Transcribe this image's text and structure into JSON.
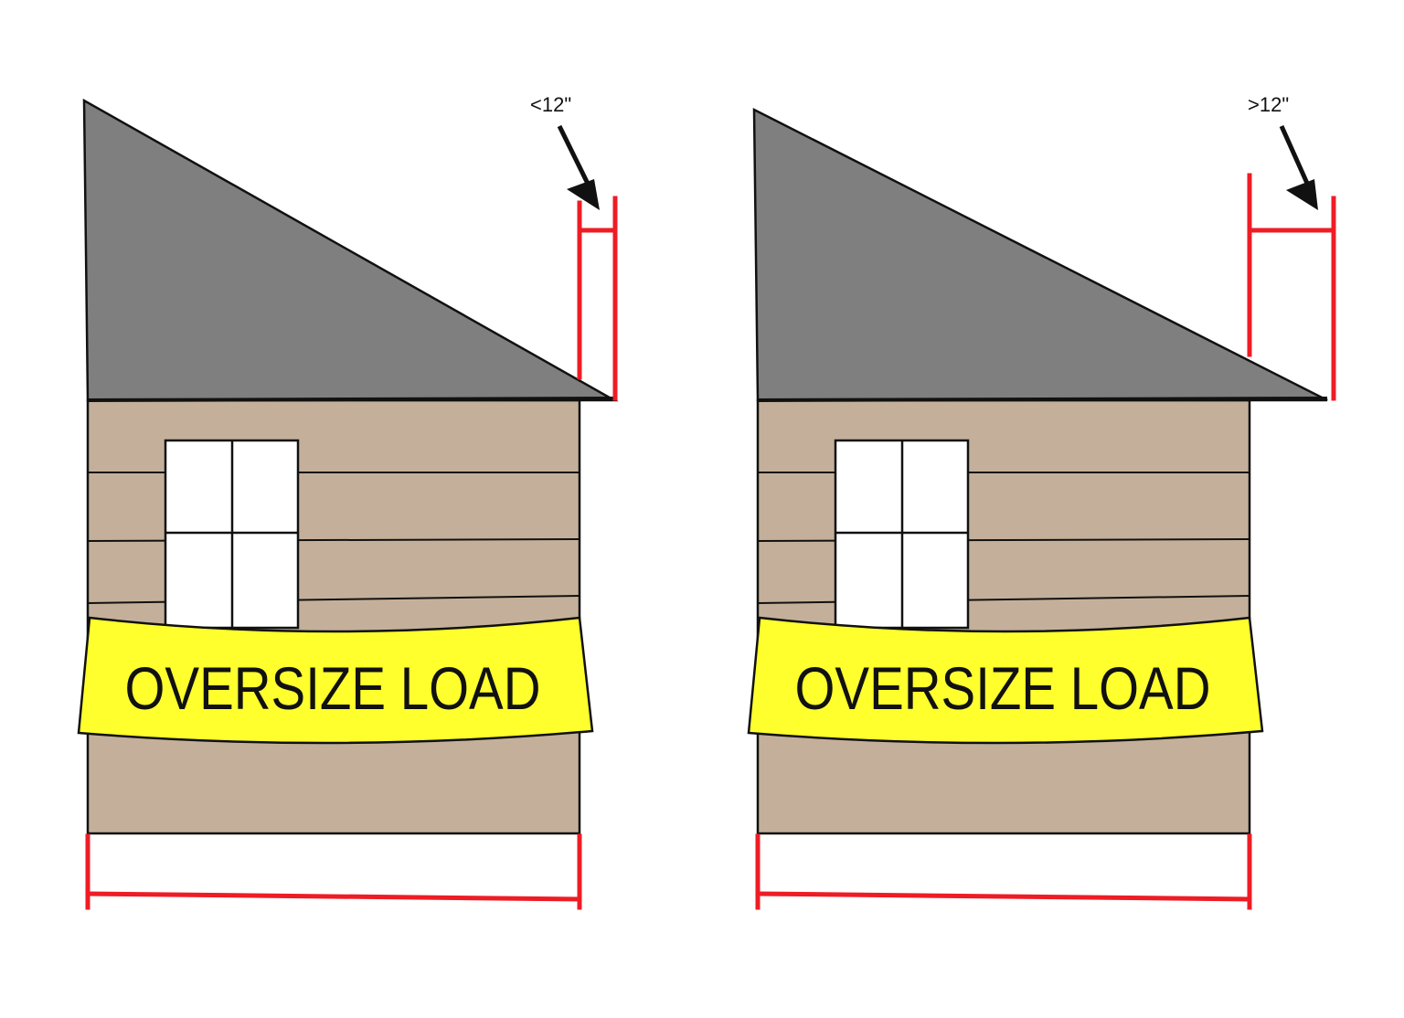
{
  "colors": {
    "roof": "#7f7f7f",
    "wall": "#c4b09a",
    "banner": "#ffff2e",
    "dimension": "#ee1c25",
    "window": "#ffffff",
    "outline": "#111111"
  },
  "panels": [
    {
      "id": "left",
      "measurement_label": "<12\"",
      "banner_text": "OVERSIZE LOAD"
    },
    {
      "id": "right",
      "measurement_label": ">12\"",
      "banner_text": "OVERSIZE LOAD"
    }
  ]
}
